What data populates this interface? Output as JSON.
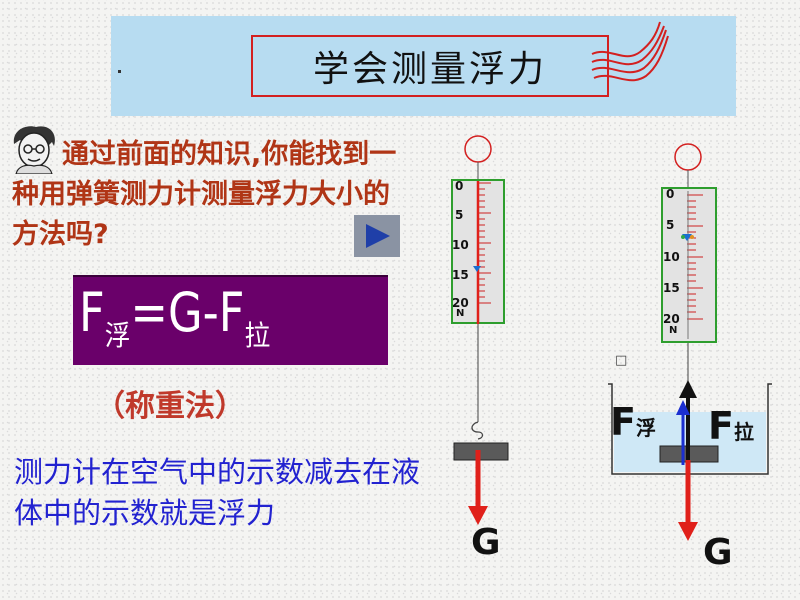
{
  "title": "学会测量浮力",
  "question": {
    "text": "通过前面的知识,你能找到一种用弹簧测力计测量浮力大小的方法吗?"
  },
  "formula": {
    "f1": "F",
    "sub1": "浮",
    "mid": "=G-F",
    "sub2": "拉"
  },
  "method_label": "（称重法）",
  "explanation": "测力计在空气中的示数减去在液体中的示数就是浮力",
  "scale_left": {
    "ticks": [
      "0",
      "5",
      "10",
      "15",
      "20"
    ],
    "unit": "N",
    "weight_label": "G"
  },
  "scale_right": {
    "ticks": [
      "0",
      "5",
      "10",
      "15",
      "20"
    ],
    "unit": "N",
    "weight_label": "G",
    "buoyancy_label": "F",
    "buoyancy_sub": "浮",
    "tension_label": "F",
    "tension_sub": "拉",
    "small_mark": "□"
  },
  "icons": {
    "avatar": "student-avatar-icon",
    "play": "play-triangle-icon"
  },
  "colors": {
    "banner": "#b7dcf1",
    "title_border": "#d32020",
    "question": "#b03516",
    "formula_bg": "#6a006a",
    "explanation": "#2222d0",
    "arrow_red": "#e0201a",
    "arrow_blue": "#1b2fd0"
  }
}
